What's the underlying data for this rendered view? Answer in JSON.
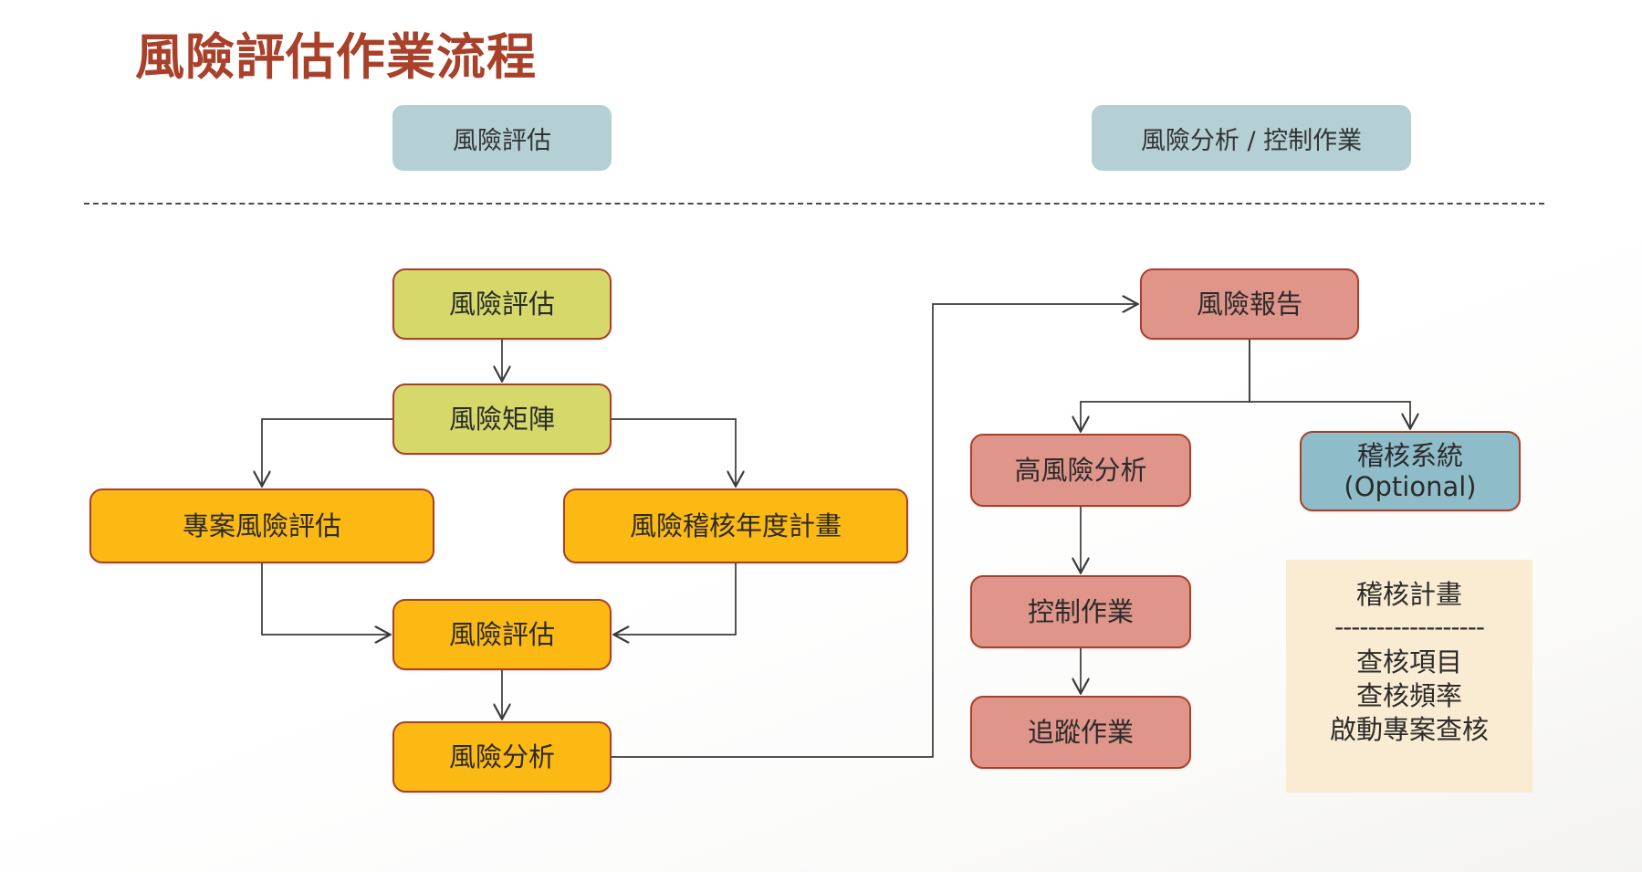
{
  "title": "風險評估作業流程",
  "lanes": [
    {
      "id": "assessment",
      "label": "風險評估"
    },
    {
      "id": "analysis-control",
      "label": "風險分析 / 控制作業"
    }
  ],
  "nodes": {
    "assess_top": "風險評估",
    "matrix": "風險矩陣",
    "project_assess": "專案風險評估",
    "audit_annual_plan": "風險稽核年度計畫",
    "assess_mid": "風險評估",
    "risk_analysis": "風險分析",
    "risk_report": "風險報告",
    "high_risk_analysis": "高風險分析",
    "control_work": "控制作業",
    "followup_work": "追蹤作業",
    "audit_system": "稽核系統",
    "audit_system_optional": "(Optional)"
  },
  "note": {
    "heading": "稽核計畫",
    "separator": "------------------",
    "items": [
      "查核項目",
      "查核頻率",
      "啟動專案查核"
    ]
  },
  "colors": {
    "title": "#a8402a",
    "lane_chip": "#b4d0d4",
    "olive": "#d6d96a",
    "orange": "#fdb913",
    "salmon": "#e0958a",
    "blue": "#8fbcc9",
    "note_bg": "#faecd2",
    "border": "#a8402a",
    "connector": "#3a3a3a"
  }
}
